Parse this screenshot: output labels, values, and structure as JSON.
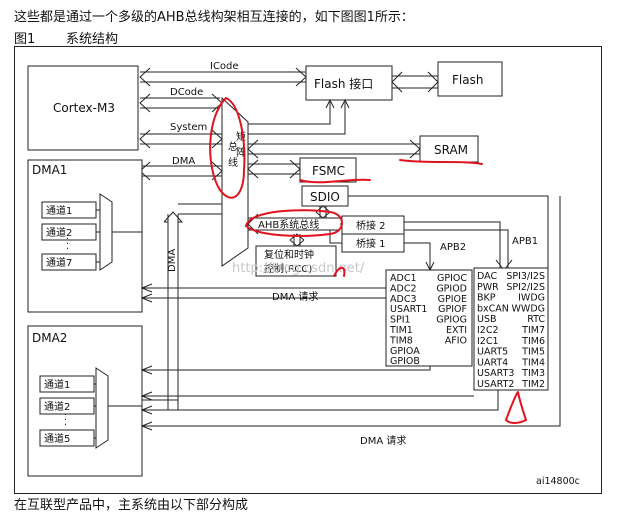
{
  "text": {
    "intro": "这些都是通过一个多级的AHB总线构架相互连接的，如下图图1所示：",
    "figure_label": "图1",
    "figure_title": "系统结构",
    "outro": "在互联型产品中，主系统由以下部分构成"
  },
  "blocks": {
    "cortex": "Cortex-M3",
    "dma1": "DMA1",
    "dma2": "DMA2",
    "flash_if": "Flash 接口",
    "flash": "Flash",
    "sram": "SRAM",
    "fsmc": "FSMC",
    "sdio": "SDIO",
    "bus_matrix": "总线矩阵",
    "ahb_bus": "AHB系统总线",
    "bridge2": "桥接 2",
    "bridge1": "桥接 1",
    "rcc_line1": "复位和时钟",
    "rcc_line2": "控制(RCC)",
    "apb2": "APB2",
    "apb1": "APB1"
  },
  "buses": {
    "icode": "ICode",
    "dcode": "DCode",
    "system": "System",
    "dma": "DMA",
    "dma_vertical": "DMA"
  },
  "channels": {
    "dma1": [
      "通道1",
      "通道2",
      "通道7"
    ],
    "dma2": [
      "通道1",
      "通道2",
      "通道5"
    ],
    "ellipsis": "·"
  },
  "dma_requests": {
    "upper": "DMA 请求",
    "lower": "DMA 请求"
  },
  "apb2_peripherals": {
    "left": [
      "ADC1",
      "ADC2",
      "ADC3",
      "USART1",
      "SPI1",
      "TIM1",
      "TIM8",
      "GPIOA",
      "GPIOB"
    ],
    "right": [
      "GPIOC",
      "GPIOD",
      "GPIOE",
      "GPIOF",
      "GPIOG",
      "EXTI",
      "AFIO"
    ]
  },
  "apb1_peripherals": {
    "left": [
      "DAC",
      "PWR",
      "BKP",
      "bxCAN",
      "USB",
      "I2C2",
      "I2C1",
      "UART5",
      "UART4",
      "USART3",
      "USART2"
    ],
    "right": [
      "SPI3/I2S",
      "SPI2/I2S",
      "IWDG",
      "WWDG",
      "RTC",
      "TIM7",
      "TIM6",
      "TIM5",
      "TIM4",
      "TIM3",
      "TIM2"
    ]
  },
  "figure_id": "ai14800c",
  "watermark": "http://blog.csdn.net/",
  "colors": {
    "annotation": "#e0141e",
    "line": "#222222",
    "watermark": "#c8c8c8"
  }
}
